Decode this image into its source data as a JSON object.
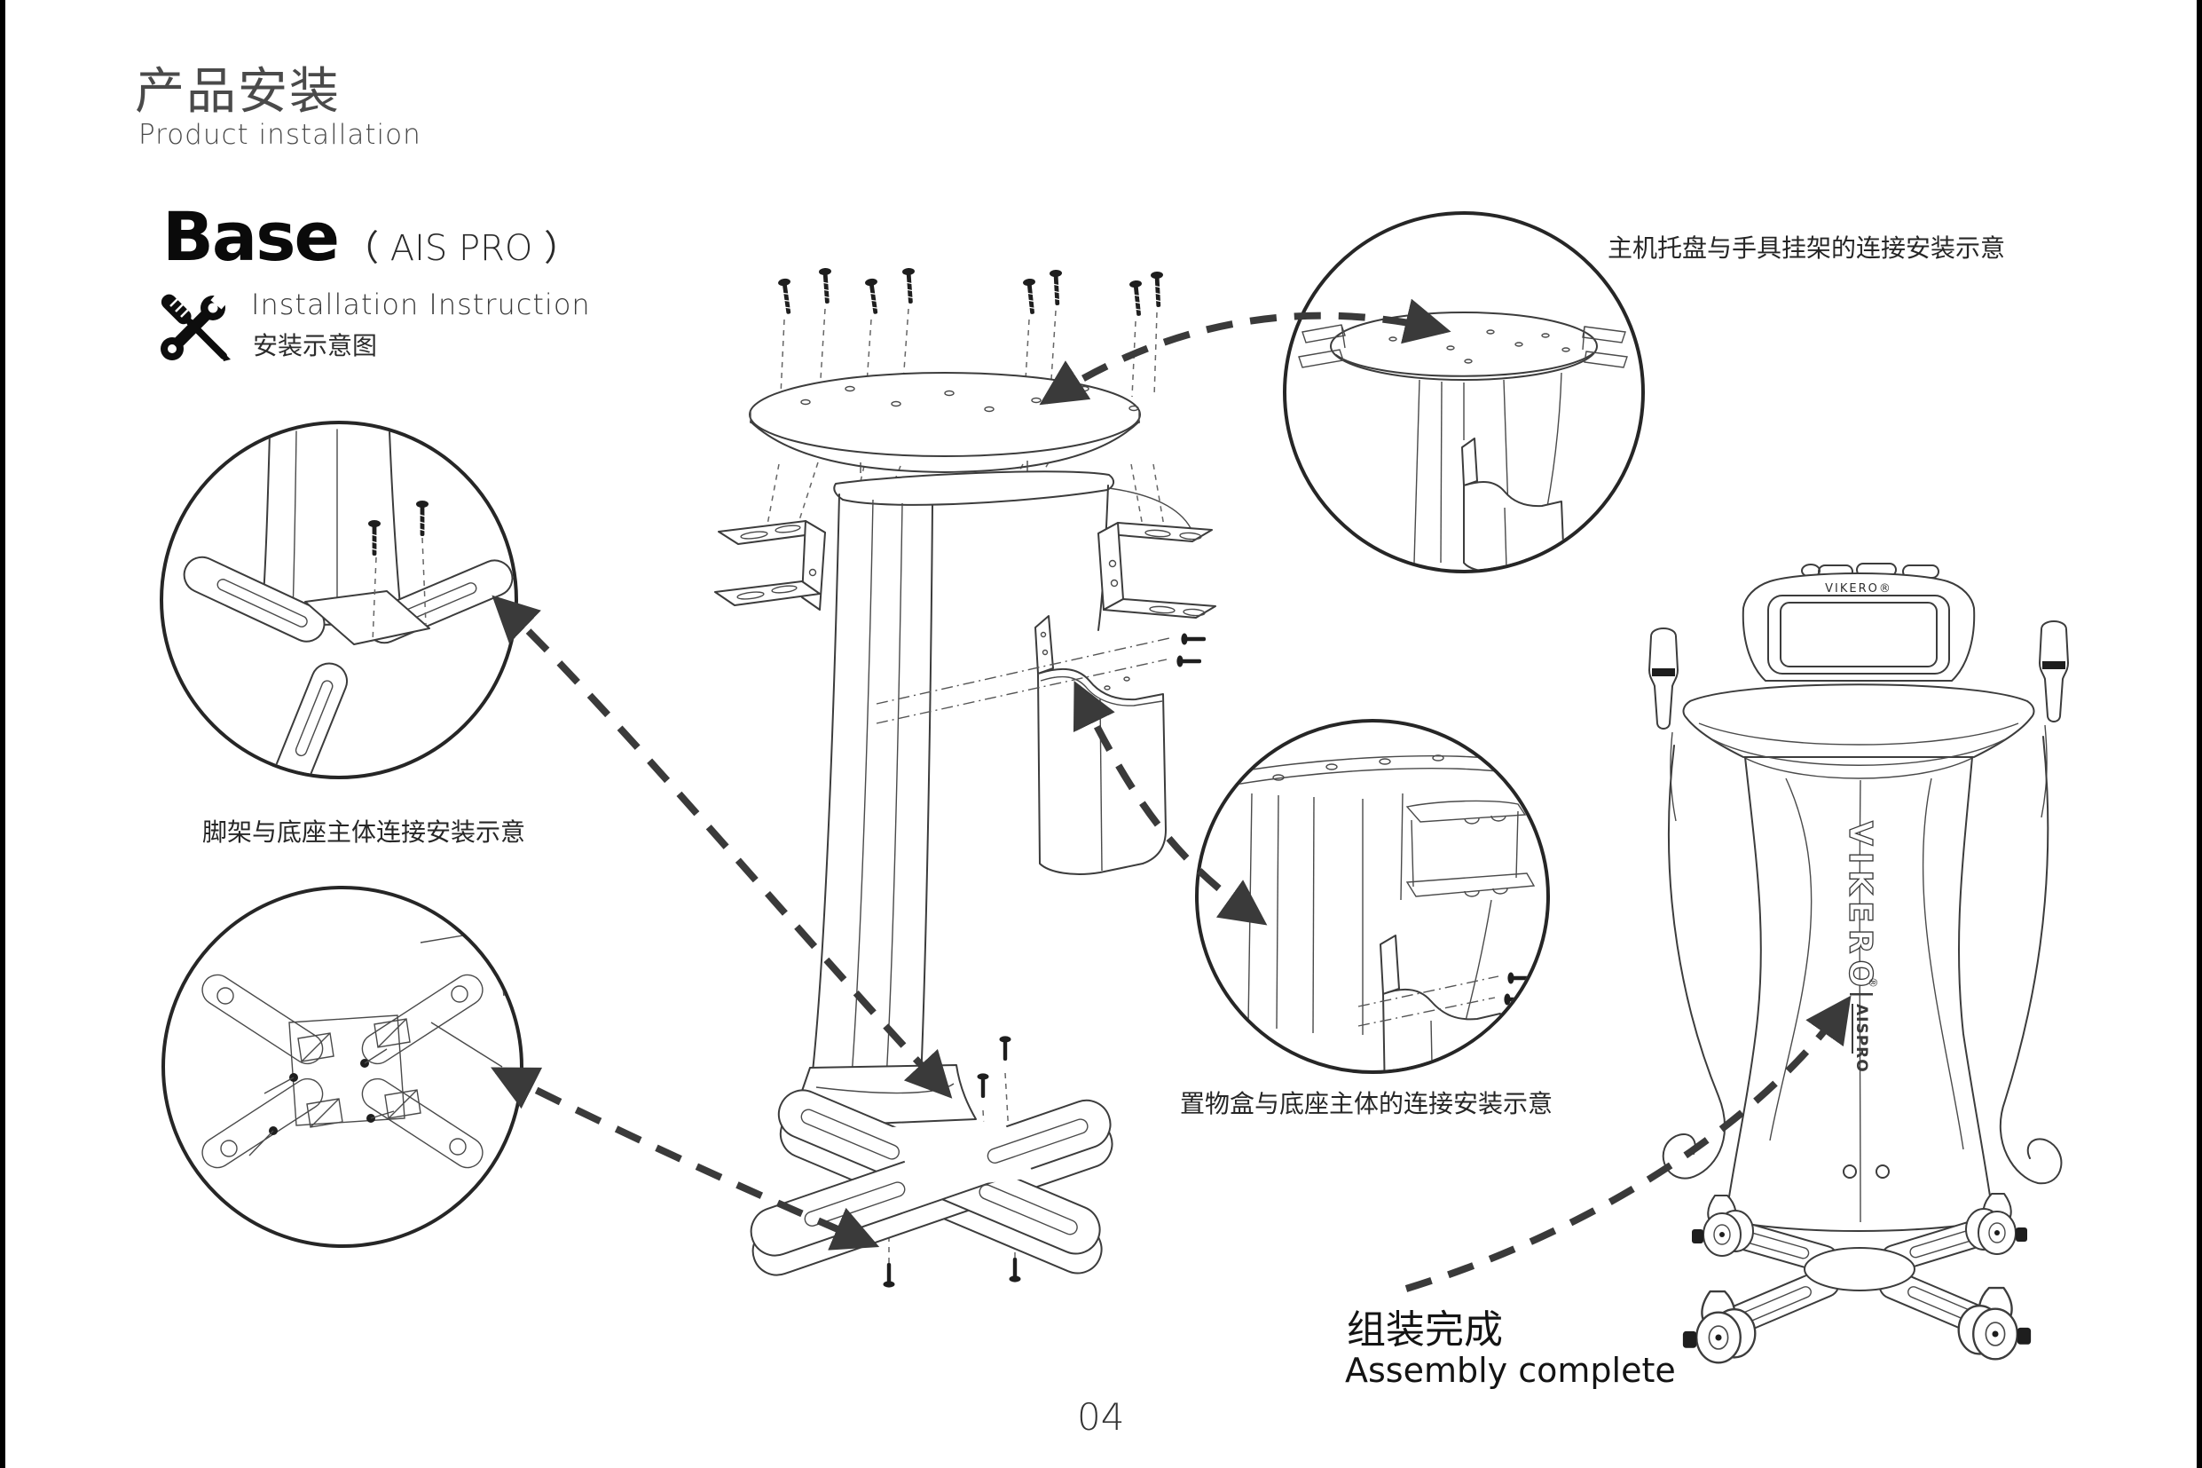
{
  "page": {
    "number": "04"
  },
  "header": {
    "title_zh": "产品安装",
    "title_en": "Product installation"
  },
  "section": {
    "title": "Base",
    "model": "（ AIS PRO ）",
    "subtitle_en": "Installation Instruction",
    "subtitle_zh": "安装示意图"
  },
  "callouts": {
    "tray": {
      "label": "主机托盘与手具挂架的连接安装示意"
    },
    "foot": {
      "label": "脚架与底座主体连接安装示意"
    },
    "box": {
      "label": "置物盒与底座主体的连接安装示意"
    }
  },
  "assembly": {
    "label_zh": "组装完成",
    "label_en": "Assembly complete"
  },
  "machine": {
    "panel_brand": "VIKERO®",
    "side_brand": "VIKERO",
    "side_reg": "®",
    "side_model": "AISPRO"
  },
  "colors": {
    "ink": "#3c3c3c",
    "text_gray": "#4a4a4a",
    "arrow": "#3a3a3a",
    "black": "#0a0a0a"
  }
}
